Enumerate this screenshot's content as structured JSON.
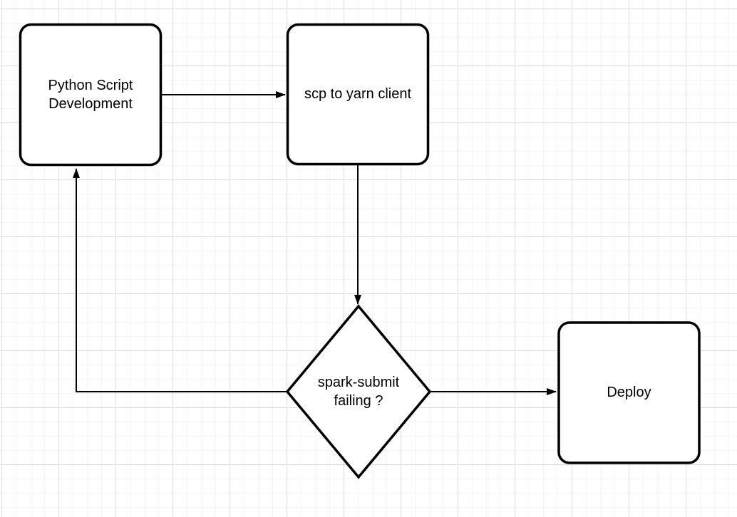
{
  "diagram": {
    "type": "flowchart",
    "nodes": [
      {
        "id": "python-script-development",
        "shape": "rounded-rectangle",
        "label": "Python Script Development"
      },
      {
        "id": "scp-to-yarn-client",
        "shape": "rounded-rectangle",
        "label": "scp to yarn client"
      },
      {
        "id": "spark-submit-failing",
        "shape": "decision-diamond",
        "label": "spark-submit failing ?"
      },
      {
        "id": "deploy",
        "shape": "rounded-rectangle",
        "label": "Deploy"
      }
    ],
    "edges": [
      {
        "from": "python-script-development",
        "to": "scp-to-yarn-client",
        "style": "straight-arrow"
      },
      {
        "from": "scp-to-yarn-client",
        "to": "spark-submit-failing",
        "style": "straight-arrow"
      },
      {
        "from": "spark-submit-failing",
        "to": "deploy",
        "style": "straight-arrow"
      },
      {
        "from": "spark-submit-failing",
        "to": "python-script-development",
        "style": "elbow-arrow-loopback"
      }
    ],
    "colors": {
      "shape_fill": "#ffffff",
      "shape_stroke": "#000000",
      "edge_stroke": "#000000",
      "text": "#000000",
      "background": "#ffffff",
      "grid_minor": "#f5f5f5",
      "grid_major": "#dedede"
    }
  }
}
